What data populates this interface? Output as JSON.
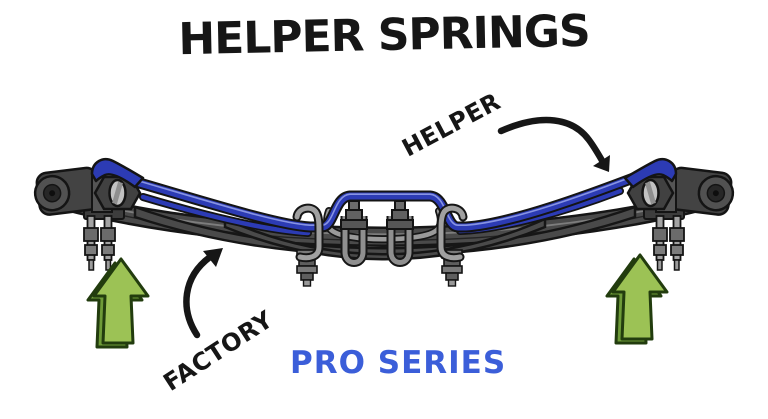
{
  "title": "HELPER SPRINGS",
  "diagram": {
    "helper_label": "HELPER",
    "factory_label": "FACTORY",
    "series_label": "PRO SERIES"
  },
  "colors": {
    "ink": "#161616",
    "helper_spring_blue": "#2c3bb4",
    "series_text_blue": "#3b5ed9",
    "factory_spring_gray": "#4a4a4a",
    "lift_arrow_green": "#9cc255",
    "background": "#ffffff"
  },
  "icons": {
    "lift_arrow_left": "up-arrow",
    "lift_arrow_right": "up-arrow",
    "helper_pointer": "curved-arrow-down-right",
    "factory_pointer": "curved-arrow-up-right"
  }
}
